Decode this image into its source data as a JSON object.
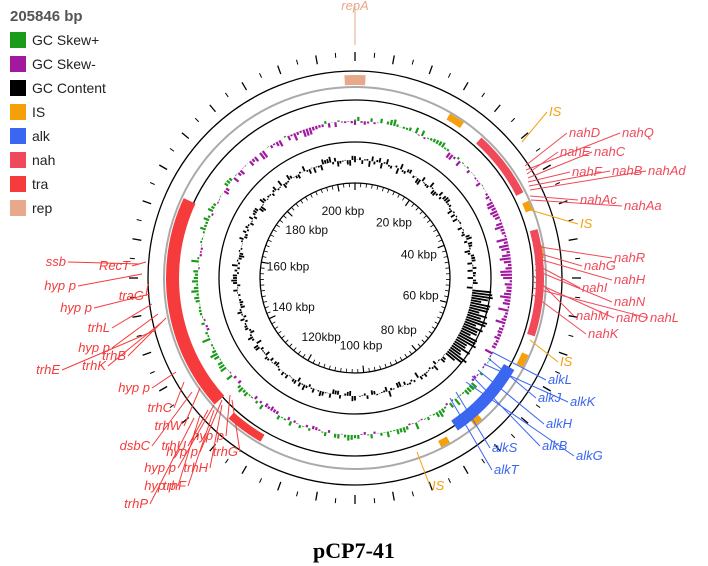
{
  "legend": {
    "size": "205846 bp",
    "items": [
      {
        "label": "GC Skew+",
        "color": "#1a9b1a"
      },
      {
        "label": "GC Skew-",
        "color": "#a0199f"
      },
      {
        "label": "GC Content",
        "color": "#000000"
      },
      {
        "label": "IS",
        "color": "#f5a00a"
      },
      {
        "label": "alk",
        "color": "#3b66f0"
      },
      {
        "label": "nah",
        "color": "#f04a5a"
      },
      {
        "label": "tra",
        "color": "#f53b3b"
      },
      {
        "label": "rep",
        "color": "#e8a88a"
      }
    ]
  },
  "plasmid_name": "pCP7-41",
  "genome_kbp": 205.846,
  "inner_ticks": [
    {
      "label": "200 kbp",
      "kbp": 200
    },
    {
      "label": "20 kbp",
      "kbp": 20
    },
    {
      "label": "40 kbp",
      "kbp": 40
    },
    {
      "label": "60 kbp",
      "kbp": 60
    },
    {
      "label": "80 kbp",
      "kbp": 80
    },
    {
      "label": "100 kbp",
      "kbp": 100
    },
    {
      "label": "120kbp",
      "kbp": 120
    },
    {
      "label": "140 kbp",
      "kbp": 140
    },
    {
      "label": "160 kbp",
      "kbp": 160
    },
    {
      "label": "180 kbp",
      "kbp": 180
    }
  ],
  "gene_labels": [
    {
      "text": "repA",
      "group": "rep"
    },
    {
      "text": "IS",
      "group": "IS"
    },
    {
      "text": "nahD",
      "group": "nah"
    },
    {
      "text": "nahQ",
      "group": "nah"
    },
    {
      "text": "nahE",
      "group": "nah"
    },
    {
      "text": "nahC",
      "group": "nah"
    },
    {
      "text": "nahF",
      "group": "nah"
    },
    {
      "text": "nahB",
      "group": "nah"
    },
    {
      "text": "nahAd",
      "group": "nah"
    },
    {
      "text": "nahAc",
      "group": "nah"
    },
    {
      "text": "nahAa",
      "group": "nah"
    },
    {
      "text": "IS",
      "group": "IS"
    },
    {
      "text": "nahR",
      "group": "nah"
    },
    {
      "text": "nahG",
      "group": "nah"
    },
    {
      "text": "nahH",
      "group": "nah"
    },
    {
      "text": "nahI",
      "group": "nah"
    },
    {
      "text": "nahN",
      "group": "nah"
    },
    {
      "text": "nahM",
      "group": "nah"
    },
    {
      "text": "nahO",
      "group": "nah"
    },
    {
      "text": "nahL",
      "group": "nah"
    },
    {
      "text": "nahK",
      "group": "nah"
    },
    {
      "text": "IS",
      "group": "IS"
    },
    {
      "text": "alkL",
      "group": "alk"
    },
    {
      "text": "alkJ",
      "group": "alk"
    },
    {
      "text": "alkK",
      "group": "alk"
    },
    {
      "text": "alkH",
      "group": "alk"
    },
    {
      "text": "alkB",
      "group": "alk"
    },
    {
      "text": "alkG",
      "group": "alk"
    },
    {
      "text": "alkS",
      "group": "alk"
    },
    {
      "text": "alkT",
      "group": "alk"
    },
    {
      "text": "IS",
      "group": "IS"
    },
    {
      "text": "trhG",
      "group": "tra"
    },
    {
      "text": "trhH",
      "group": "tra"
    },
    {
      "text": "trhF",
      "group": "tra"
    },
    {
      "text": "hyp p",
      "group": "tra"
    },
    {
      "text": "hyp p",
      "group": "tra"
    },
    {
      "text": "hyp p",
      "group": "tra"
    },
    {
      "text": "trhU",
      "group": "tra"
    },
    {
      "text": "hyp p",
      "group": "tra"
    },
    {
      "text": "trhP",
      "group": "tra"
    },
    {
      "text": "trhW",
      "group": "tra"
    },
    {
      "text": "dsbC",
      "group": "tra"
    },
    {
      "text": "trhC",
      "group": "tra"
    },
    {
      "text": "hyp p",
      "group": "tra"
    },
    {
      "text": "trhE",
      "group": "tra"
    },
    {
      "text": "trhK",
      "group": "tra"
    },
    {
      "text": "trhB",
      "group": "tra"
    },
    {
      "text": "hyp p",
      "group": "tra"
    },
    {
      "text": "trhL",
      "group": "tra"
    },
    {
      "text": "hyp p",
      "group": "tra"
    },
    {
      "text": "traG",
      "group": "tra"
    },
    {
      "text": "hyp p",
      "group": "tra"
    },
    {
      "text": "ssb",
      "group": "tra"
    },
    {
      "text": "RecT",
      "group": "tra"
    }
  ]
}
